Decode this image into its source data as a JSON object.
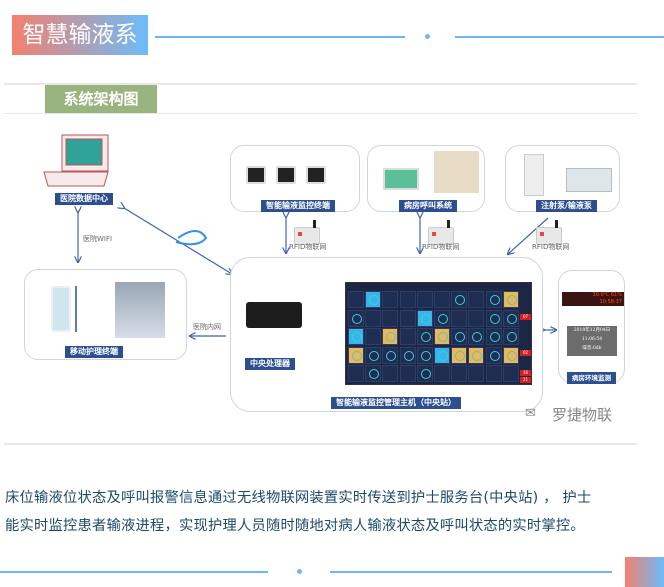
{
  "header": {
    "title": "智慧输液系统"
  },
  "section": {
    "subtitle": "系统架构图"
  },
  "diagram": {
    "data_center": "医院数据中心",
    "wifi": "医院WIFI",
    "mobile": "移动护理终端",
    "intranet": "医院内网",
    "cpu": "中央处理器",
    "infusion_terminal": "智能输液监控终端",
    "call_system": "病房呼叫系统",
    "pump": "注射泵/输液泵",
    "rfid1": "RFID物联网",
    "rfid2": "RFID物联网",
    "rfid3": "RFID物联网",
    "central_station": "智能输液监控管理主机（中央站）",
    "env_monitor": "病房环境监测",
    "led": {
      "temp": "30.0℃",
      "humidity": "61%",
      "time": "10:58:37"
    },
    "lcd": {
      "date": "2018年12月04日",
      "time": "11:06:54",
      "noise": "噪音:0db"
    },
    "badges": [
      "07",
      "02",
      "16",
      "21"
    ],
    "watermark": "罗捷物联"
  },
  "body": {
    "line1": "床位输液位状态及呼叫报警信息通过无线物联网装置实时传送到护士服务台(中央站) ， 护士",
    "line2": "能实时监控患者输液进程，实现护理人员随时随地对病人输液状态及呼叫状态的实时掌控。"
  },
  "colors": {
    "accent": "#6bb8f5",
    "label": "#2e4f8f",
    "subtitle": "#9ab47f",
    "cell_blue": "#37b4ea",
    "cell_orange": "#f1b553"
  }
}
